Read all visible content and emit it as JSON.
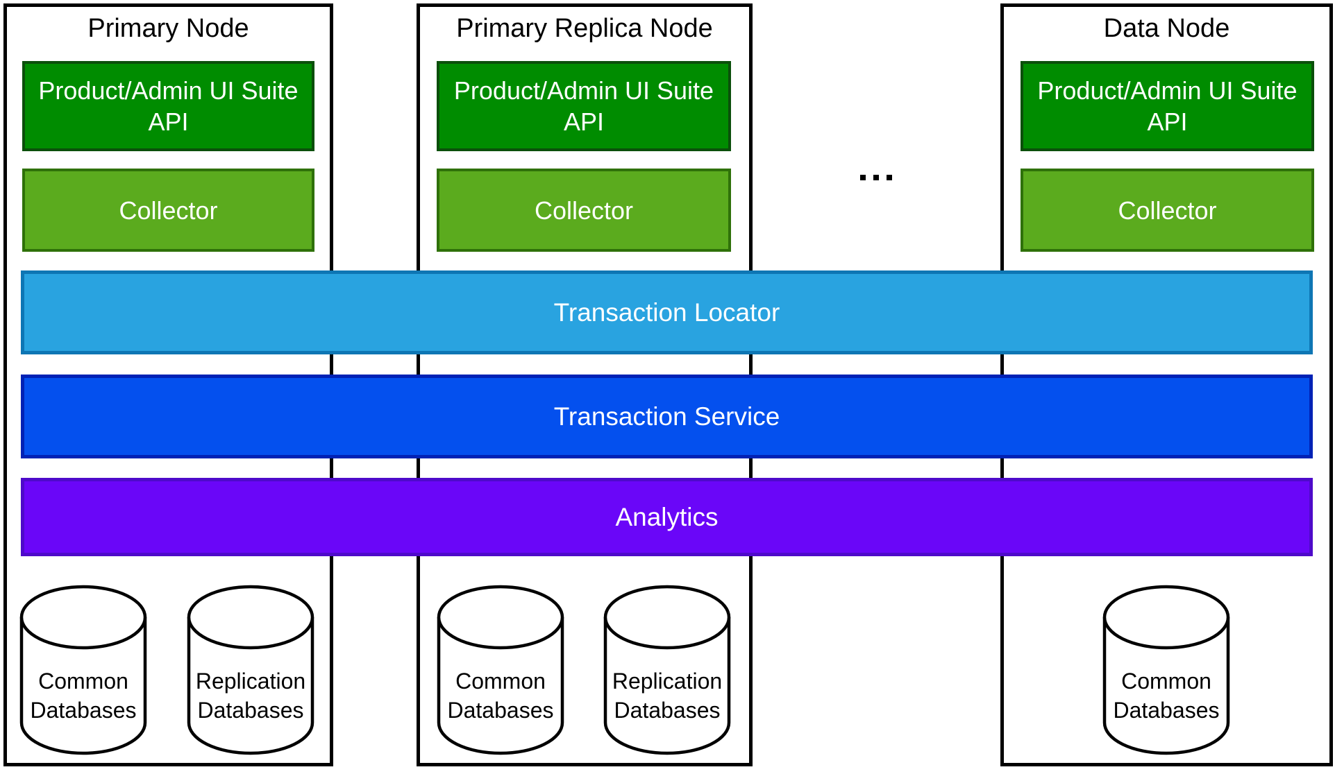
{
  "nodes": [
    {
      "title": "Primary Node",
      "api_box": {
        "line1": "Product/Admin UI Suite",
        "line2": "API"
      },
      "collector_label": "Collector",
      "databases": [
        {
          "line1": "Common",
          "line2": "Databases"
        },
        {
          "line1": "Replication",
          "line2": "Databases"
        }
      ]
    },
    {
      "title": "Primary Replica Node",
      "api_box": {
        "line1": "Product/Admin UI Suite",
        "line2": "API"
      },
      "collector_label": "Collector",
      "databases": [
        {
          "line1": "Common",
          "line2": "Databases"
        },
        {
          "line1": "Replication",
          "line2": "Databases"
        }
      ]
    },
    {
      "title": "Data Node",
      "api_box": {
        "line1": "Product/Admin UI Suite",
        "line2": "API"
      },
      "collector_label": "Collector",
      "databases": [
        {
          "line1": "Common",
          "line2": "Databases"
        }
      ]
    }
  ],
  "ellipsis_label": "...",
  "layers": [
    {
      "label": "Transaction Locator",
      "fill": "#29A3E0",
      "border": "#0E76B4"
    },
    {
      "label": "Transaction Service",
      "fill": "#0450EE",
      "border": "#0122B5"
    },
    {
      "label": "Analytics",
      "fill": "#6A06F8",
      "border": "#4E0ACA"
    }
  ],
  "colors": {
    "api_fill": "#008C00",
    "api_border": "#0B4F0B",
    "collector_fill": "#5BAB1E",
    "collector_border": "#2F7109",
    "node_border": "#000000",
    "cylinder_stroke": "#000000",
    "background": "#FFFFFF",
    "label_text_light": "#FFFFFF",
    "label_text_dark": "#000000"
  }
}
